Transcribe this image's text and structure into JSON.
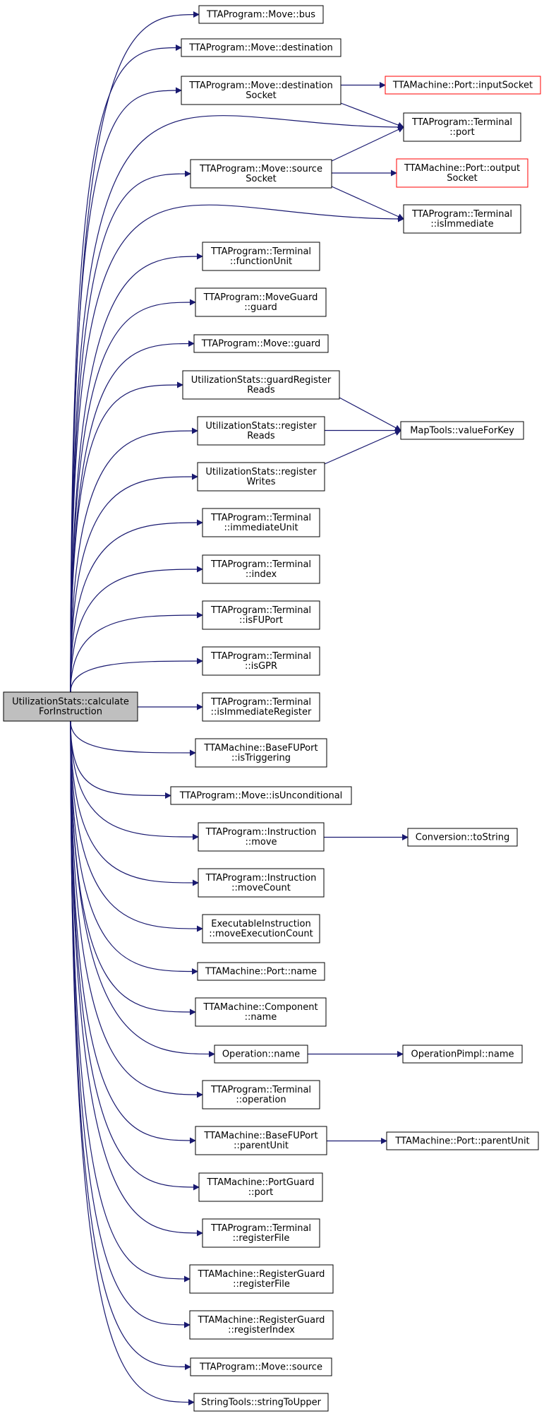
{
  "colors": {
    "edge": "#191970",
    "node_border": "#000000",
    "node_border_external": "#ff0000",
    "node_fill": "#ffffff",
    "root_fill": "#bfbfbf"
  },
  "root": {
    "id": "root",
    "lines": [
      "UtilizationStats::calculate",
      "ForInstruction"
    ]
  },
  "callees": [
    {
      "id": "move-bus",
      "lines": [
        "TTAProgram::Move::bus"
      ]
    },
    {
      "id": "move-destination",
      "lines": [
        "TTAProgram::Move::destination"
      ]
    },
    {
      "id": "move-destination-socket",
      "lines": [
        "TTAProgram::Move::destination",
        "Socket"
      ]
    },
    {
      "id": "move-source-socket",
      "lines": [
        "TTAProgram::Move::source",
        "Socket"
      ]
    },
    {
      "id": "terminal-function-unit",
      "lines": [
        "TTAProgram::Terminal",
        "::functionUnit"
      ]
    },
    {
      "id": "moveguard-guard",
      "lines": [
        "TTAProgram::MoveGuard",
        "::guard"
      ]
    },
    {
      "id": "move-guard",
      "lines": [
        "TTAProgram::Move::guard"
      ]
    },
    {
      "id": "guard-register-reads",
      "lines": [
        "UtilizationStats::guardRegister",
        "Reads"
      ]
    },
    {
      "id": "register-reads",
      "lines": [
        "UtilizationStats::register",
        "Reads"
      ]
    },
    {
      "id": "register-writes",
      "lines": [
        "UtilizationStats::register",
        "Writes"
      ]
    },
    {
      "id": "terminal-immediate-unit",
      "lines": [
        "TTAProgram::Terminal",
        "::immediateUnit"
      ]
    },
    {
      "id": "terminal-index",
      "lines": [
        "TTAProgram::Terminal",
        "::index"
      ]
    },
    {
      "id": "terminal-is-fu-port",
      "lines": [
        "TTAProgram::Terminal",
        "::isFUPort"
      ]
    },
    {
      "id": "terminal-is-gpr",
      "lines": [
        "TTAProgram::Terminal",
        "::isGPR"
      ]
    },
    {
      "id": "terminal-is-immediate-register",
      "lines": [
        "TTAProgram::Terminal",
        "::isImmediateRegister"
      ]
    },
    {
      "id": "basefuport-is-triggering",
      "lines": [
        "TTAMachine::BaseFUPort",
        "::isTriggering"
      ]
    },
    {
      "id": "move-is-unconditional",
      "lines": [
        "TTAProgram::Move::isUnconditional"
      ]
    },
    {
      "id": "instruction-move",
      "lines": [
        "TTAProgram::Instruction",
        "::move"
      ]
    },
    {
      "id": "instruction-move-count",
      "lines": [
        "TTAProgram::Instruction",
        "::moveCount"
      ]
    },
    {
      "id": "move-execution-count",
      "lines": [
        "ExecutableInstruction",
        "::moveExecutionCount"
      ]
    },
    {
      "id": "port-name",
      "lines": [
        "TTAMachine::Port::name"
      ]
    },
    {
      "id": "component-name",
      "lines": [
        "TTAMachine::Component",
        "::name"
      ]
    },
    {
      "id": "operation-name",
      "lines": [
        "Operation::name"
      ]
    },
    {
      "id": "terminal-operation",
      "lines": [
        "TTAProgram::Terminal",
        "::operation"
      ]
    },
    {
      "id": "basefuport-parent-unit",
      "lines": [
        "TTAMachine::BaseFUPort",
        "::parentUnit"
      ]
    },
    {
      "id": "portguard-port",
      "lines": [
        "TTAMachine::PortGuard",
        "::port"
      ]
    },
    {
      "id": "terminal-register-file",
      "lines": [
        "TTAProgram::Terminal",
        "::registerFile"
      ]
    },
    {
      "id": "registerguard-register-file",
      "lines": [
        "TTAMachine::RegisterGuard",
        "::registerFile"
      ]
    },
    {
      "id": "registerguard-register-index",
      "lines": [
        "TTAMachine::RegisterGuard",
        "::registerIndex"
      ]
    },
    {
      "id": "move-source",
      "lines": [
        "TTAProgram::Move::source"
      ]
    },
    {
      "id": "string-to-upper",
      "lines": [
        "StringTools::stringToUpper"
      ]
    }
  ],
  "secondary": [
    {
      "id": "port-input-socket",
      "lines": [
        "TTAMachine::Port::inputSocket"
      ],
      "external": true
    },
    {
      "id": "terminal-port",
      "lines": [
        "TTAProgram::Terminal",
        "::port"
      ]
    },
    {
      "id": "port-output-socket",
      "lines": [
        "TTAMachine::Port::output",
        "Socket"
      ],
      "external": true
    },
    {
      "id": "terminal-is-immediate",
      "lines": [
        "TTAProgram::Terminal",
        "::isImmediate"
      ]
    },
    {
      "id": "maptools-value-for-key",
      "lines": [
        "MapTools::valueForKey"
      ]
    },
    {
      "id": "conversion-to-string",
      "lines": [
        "Conversion::toString"
      ]
    },
    {
      "id": "operationpimpl-name",
      "lines": [
        "OperationPimpl::name"
      ]
    },
    {
      "id": "port-parent-unit",
      "lines": [
        "TTAMachine::Port::parentUnit"
      ]
    }
  ],
  "edges": [
    [
      "move-destination-socket",
      "port-input-socket"
    ],
    [
      "move-destination-socket",
      "terminal-port"
    ],
    [
      "root",
      "terminal-port"
    ],
    [
      "move-source-socket",
      "terminal-port"
    ],
    [
      "move-source-socket",
      "port-output-socket"
    ],
    [
      "move-source-socket",
      "terminal-is-immediate"
    ],
    [
      "root",
      "terminal-is-immediate"
    ],
    [
      "guard-register-reads",
      "maptools-value-for-key"
    ],
    [
      "register-reads",
      "maptools-value-for-key"
    ],
    [
      "register-writes",
      "maptools-value-for-key"
    ],
    [
      "instruction-move",
      "conversion-to-string"
    ],
    [
      "operation-name",
      "operationpimpl-name"
    ],
    [
      "basefuport-parent-unit",
      "port-parent-unit"
    ]
  ]
}
